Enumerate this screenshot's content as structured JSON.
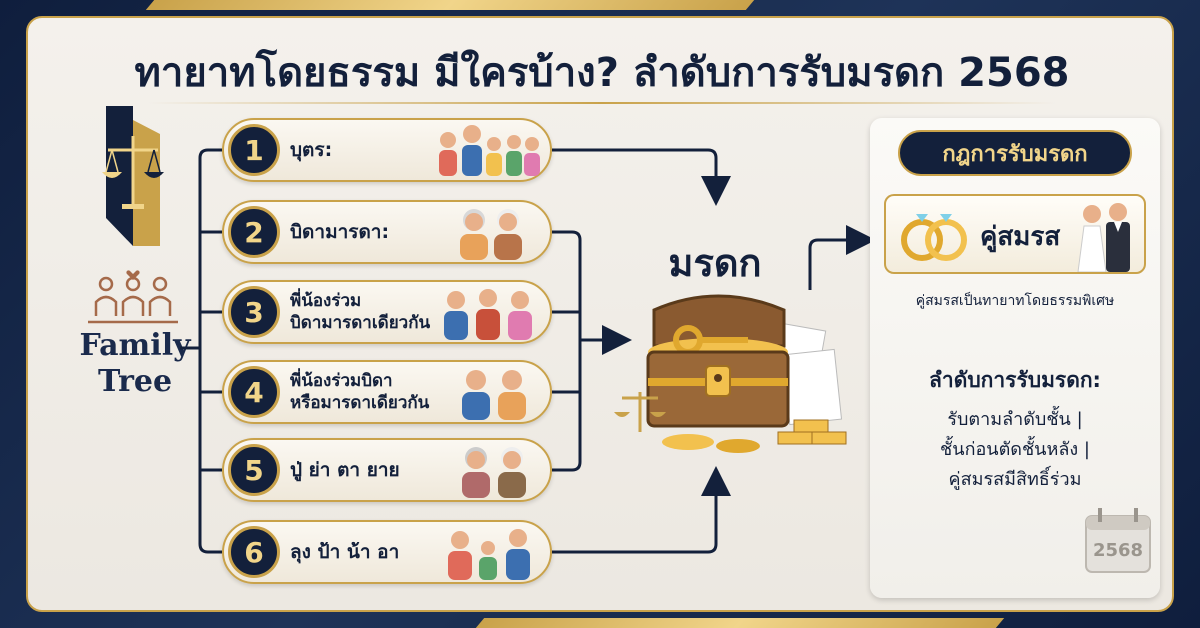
{
  "title": "ทายาทโดยธรรม มีใครบ้าง? ลำดับการรับมรดก 2568",
  "logo": {
    "line1": "Family",
    "line2": "Tree"
  },
  "heirs": [
    {
      "number": "1",
      "label": "บุตร:"
    },
    {
      "number": "2",
      "label": "บิดามารดา:"
    },
    {
      "number": "3",
      "label_line1": "พี่น้องร่วม",
      "label_line2": "บิดามารดาเดียวกัน"
    },
    {
      "number": "4",
      "label_line1": "พี่น้องร่วมบิดา",
      "label_line2": "หรือมารดาเดียวกัน"
    },
    {
      "number": "5",
      "label": "ปู่ ย่า ตา ยาย"
    },
    {
      "number": "6",
      "label": "ลุง ป้า น้า อา"
    }
  ],
  "estate": {
    "label": "มรดก"
  },
  "rules": {
    "title": "กฎการรับมรดก",
    "spouse_label": "คู่สมรส",
    "spouse_note": "คู่สมรสเป็นทายาทโดยธรรมพิเศษ",
    "order_title": "ลำดับการรับมรดก:",
    "order_lines": [
      "รับตามลำดับชั้น |",
      "ชั้นก่อนตัดชั้นหลัง |",
      "คู่สมรสมีสิทธิ์ร่วม"
    ],
    "calendar_year": "2568"
  },
  "colors": {
    "navy": "#13203b",
    "gold": "#c9a24a",
    "light_gold": "#f1d58a"
  },
  "icons": [
    "scales-of-justice-icon",
    "family-tree-icon",
    "treasure-chest-icon",
    "wedding-rings-icon",
    "calendar-icon"
  ]
}
